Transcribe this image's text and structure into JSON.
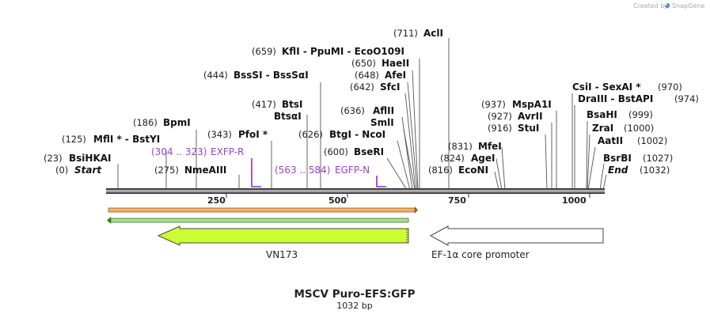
{
  "credit": {
    "created_by": "Created by",
    "brand": "SnapGene"
  },
  "map": {
    "title": "MSCV Puro-EFS:GFP",
    "length_label": "1032 bp",
    "length": 1032,
    "ticks": [
      "250",
      "500",
      "750",
      "1000"
    ]
  },
  "sites": [
    {
      "pos": "(23)",
      "name": "BsiHKAI"
    },
    {
      "pos": "(0)",
      "name": "Start"
    },
    {
      "pos": "(125)",
      "name": "MflI * - BstYI"
    },
    {
      "pos": "(186)",
      "name": "BpmI"
    },
    {
      "pos": "(275)",
      "name": "NmeAIII"
    },
    {
      "pos": "(343)",
      "name": "PfoI *"
    },
    {
      "pos": "(417)",
      "name": "BtsI"
    },
    {
      "pos": "",
      "name": "BtsαI"
    },
    {
      "pos": "(444)",
      "name": "BssSI - BssSαI"
    },
    {
      "pos": "(626)",
      "name": "BtgI - NcoI"
    },
    {
      "pos": "(600)",
      "name": "BseRI"
    },
    {
      "pos": "(636)",
      "name": "AflII"
    },
    {
      "pos": "",
      "name": "SmlI"
    },
    {
      "pos": "(642)",
      "name": "SfcI"
    },
    {
      "pos": "(648)",
      "name": "AfeI"
    },
    {
      "pos": "(650)",
      "name": "HaeII"
    },
    {
      "pos": "(659)",
      "name": "KflI - PpuMI - EcoO109I"
    },
    {
      "pos": "(711)",
      "name": "AclI"
    },
    {
      "pos": "(831)",
      "name": "MfeI"
    },
    {
      "pos": "(824)",
      "name": "AgeI"
    },
    {
      "pos": "(816)",
      "name": "EcoNI"
    },
    {
      "pos": "(937)",
      "name": "MspA1I"
    },
    {
      "pos": "(927)",
      "name": "AvrII"
    },
    {
      "pos": "(916)",
      "name": "StuI"
    },
    {
      "pos": "(970)",
      "name": "CsiI - SexAI *"
    },
    {
      "pos": "(974)",
      "name": "DraIII - BstAPI"
    },
    {
      "pos": "(999)",
      "name": "BsaHI"
    },
    {
      "pos": "(1000)",
      "name": "ZraI"
    },
    {
      "pos": "(1002)",
      "name": "AatII"
    },
    {
      "pos": "(1027)",
      "name": "BsrBI"
    },
    {
      "pos": "(1032)",
      "name": "End"
    }
  ],
  "primers": [
    {
      "range": "(304 .. 323)",
      "name": "EXFP-R",
      "color": "#a040d0"
    },
    {
      "range": "(563 .. 584)",
      "name": "EGFP-N",
      "color": "#a040d0"
    }
  ],
  "features": [
    {
      "name": "VN173",
      "color": "#ccff33",
      "direction": "reverse"
    },
    {
      "name": "EF-1α core promoter",
      "color": "#ffffff",
      "direction": "reverse"
    }
  ],
  "colors": {
    "backbone": "#333333",
    "orf_orange": "#f5b06a",
    "orf_green": "#a8e08a"
  }
}
